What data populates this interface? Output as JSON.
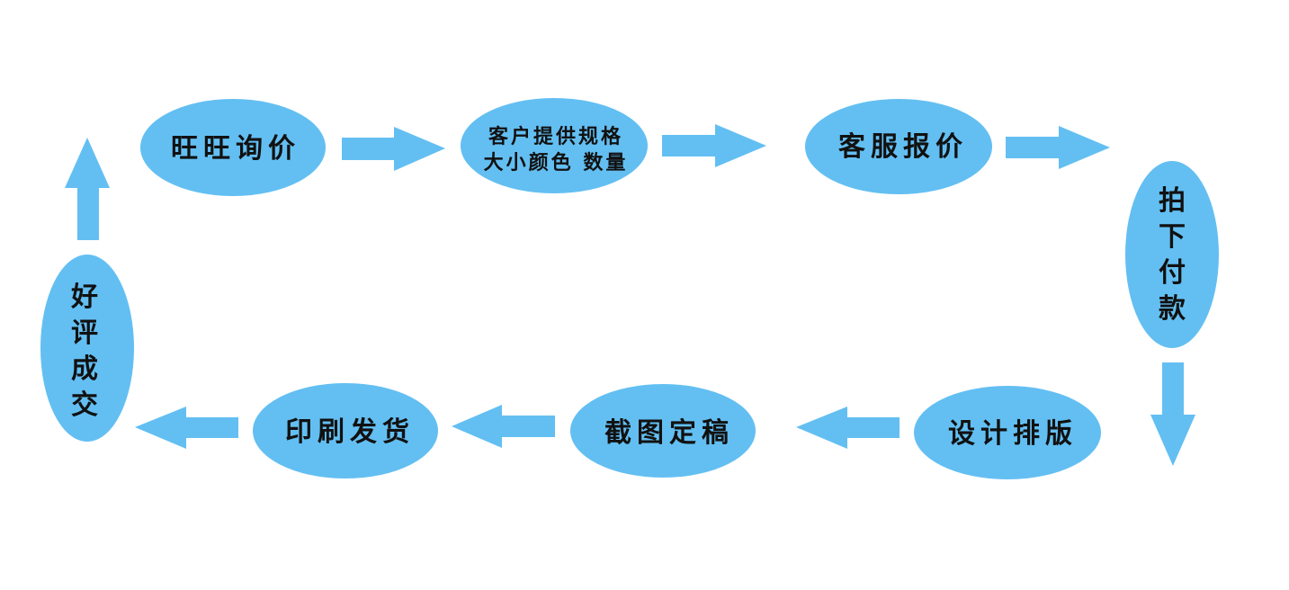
{
  "diagram": {
    "colors": {
      "node_fill": "#63bff2",
      "arrow_fill": "#63bff2",
      "text": "#111111",
      "background": "#ffffff"
    },
    "steps": {
      "step1": "旺旺询价",
      "step2_line1": "客户提供规格",
      "step2_line2": "大小颜色 数量",
      "step3": "客服报价",
      "step4": [
        "拍",
        "下",
        "付",
        "款"
      ],
      "step5": "设计排版",
      "step6": "截图定稿",
      "step7": "印刷发货",
      "step8": [
        "好",
        "评",
        "成",
        "交"
      ]
    }
  }
}
